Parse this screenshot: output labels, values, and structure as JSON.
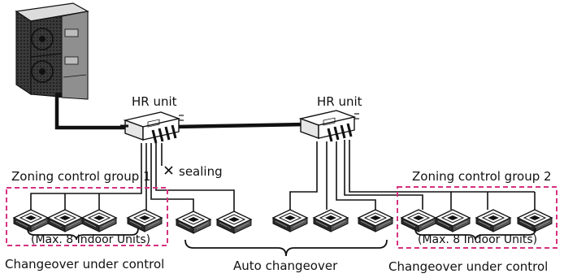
{
  "labels": {
    "hr_unit_1": "HR unit",
    "hr_unit_2": "HR unit",
    "sealing": "sealing",
    "zone_group_1": "Zoning control group 1",
    "zone_group_2": "Zoning control group 2",
    "max_units_1": "(Max. 8 Indoor Units)",
    "max_units_2": "(Max. 8 Indoor Units)",
    "changeover_control_1": "Changeover under control",
    "changeover_control_2": "Changeover under control",
    "auto_changeover": "Auto changeover"
  },
  "colors": {
    "zone_border": "#d6317f",
    "pipe": "#111111",
    "outdoor_unit_dark": "#2a2a2a",
    "outdoor_unit_side": "#8c8c8c",
    "unit_panel": "#d9d9d9"
  }
}
